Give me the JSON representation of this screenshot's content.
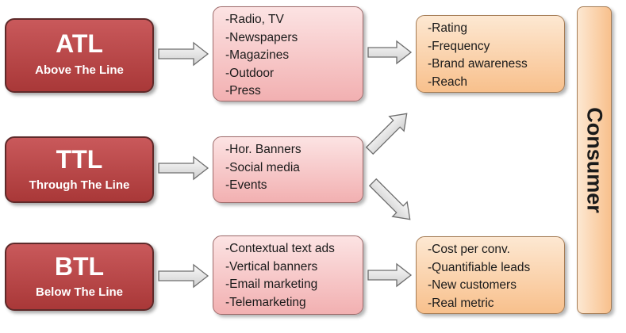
{
  "channels": [
    {
      "abbr": "ATL",
      "full": "Above The Line"
    },
    {
      "abbr": "TTL",
      "full": "Through The Line"
    },
    {
      "abbr": "BTL",
      "full": "Below The Line"
    }
  ],
  "media": {
    "atl": [
      "-Radio, TV",
      "-Newspapers",
      "-Magazines",
      "-Outdoor",
      "-Press"
    ],
    "ttl": [
      "-Hor. Banners",
      "-Social media",
      "-Events"
    ],
    "btl": [
      "-Contextual text ads",
      "-Vertical banners",
      "-Email marketing",
      "-Telemarketing"
    ]
  },
  "metrics": {
    "top": [
      "-Rating",
      "-Frequency",
      "-Brand awareness",
      "-Reach"
    ],
    "bottom": [
      "-Cost per conv.",
      "-Quantifiable leads",
      "-New customers",
      "-Real metric"
    ]
  },
  "consumer": {
    "label": "Consumer"
  },
  "colors": {
    "channel_fill": "#b84444",
    "media_fill": "#f6c4c4",
    "metric_fill": "#fad1ad",
    "arrow_fill": "#e2e2e2"
  }
}
